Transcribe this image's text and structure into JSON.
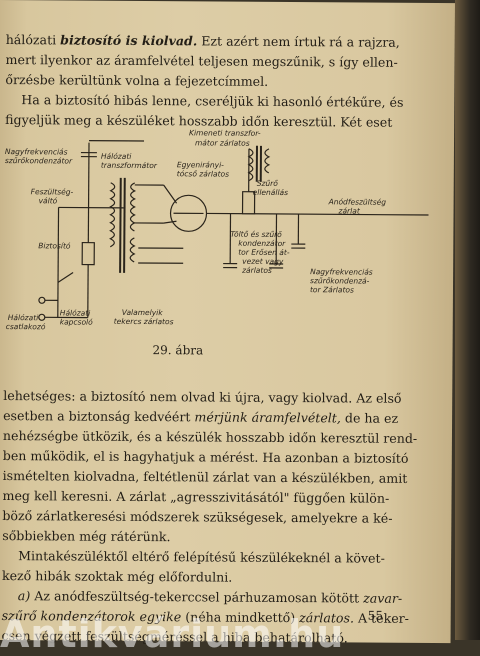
{
  "top_text": {
    "l1_a": "hálózati ",
    "l1_b": "biztosító is kiolvad.",
    "l1_c": " Ezt azért nem írtuk rá a rajzra,",
    "l2": "mert ilyenkor az áramfelvétel teljesen megszűnik, s így ellen-",
    "l3": "őrzésbe kerültünk volna a fejezetcímmel.",
    "l4": "Ha a biztosító hibás lenne, cseréljük ki hasonló értékűre, és",
    "l5": "figyeljük meg a készüléket hosszabb időn keresztül. Két eset"
  },
  "diagram_labels": {
    "nagyfrekv_top": "Nagyfrekvenciás",
    "szuro_top": "szűrőkondenzátor",
    "halozati_transzf_1": "Hálózati",
    "halozati_transzf_2": "transzformátor",
    "kimeneti_1": "Kimeneti transzfor-",
    "kimeneti_2": "mátor zárlatos",
    "egyenir_1": "Egyenirányi-",
    "egyenir_2": "tócső zárlatos",
    "fesz_1": "Feszültség-",
    "fesz_2": "váltó",
    "szuro_ell_1": "Szűrő",
    "szuro_ell_2": "ellenállás",
    "anod_1": "Anódfeszültség",
    "anod_2": "zárlat",
    "biztosito": "Biztosító",
    "tolto_1": "Töltő és szűrő",
    "tolto_2": "kondenzátor",
    "tolto_3": "tor Erősen át-",
    "tolto_4": "vezet vagy",
    "tolto_5": "zárlatos",
    "nagyf_bot_1": "Nagyfrekvenciás",
    "nagyf_bot_2": "szűrőkondenzá-",
    "nagyf_bot_3": "tor Zárlatos",
    "halo_csat_1": "Hálózati",
    "halo_csat_2": "csatlakozó",
    "halo_kapcs_1": "Hálózati",
    "halo_kapcs_2": "kapcsoló",
    "valamelyik_1": "Valamelyik",
    "valamelyik_2": "tekercs zárlatos"
  },
  "caption": "29. ábra",
  "body": {
    "p1": [
      "lehetséges: a biztosító nem olvad ki újra, vagy kiolvad. Az első",
      "esetben a biztonság kedvéért ",
      "mérjünk áramfelvételt,",
      " de ha ez",
      "nehézségbe ütközik, és a készülék hosszabb időn keresztül rend-",
      "ben működik, el is hagyhatjuk a mérést. Ha azonban a biztosító",
      "ismételten kiolvadna, feltétlenül zárlat van a készülékben, amit",
      "meg kell keresni. A zárlat „agresszivitásától\" függően külön-",
      "böző zárlatkeresési módszerek szükségesek, amelyekre a ké-",
      "sőbbiekben még rátérünk."
    ],
    "p2": [
      "Mintakészüléktől eltérő felépítésű készülékeknél a követ-",
      "kező hibák szoktak még előfordulni."
    ],
    "p3": [
      "a)",
      " Az anódfeszültség-tekerccsel párhuzamosan kötött ",
      "zavar-",
      "szűrő kondenzátorok egyike",
      " (néha mindkettő) ",
      "zárlatos.",
      " A teker-",
      "csen végzett feszültségméréssel a hiba behatárolható."
    ]
  },
  "page_number": "55",
  "watermark": "Antikvárium.hu"
}
